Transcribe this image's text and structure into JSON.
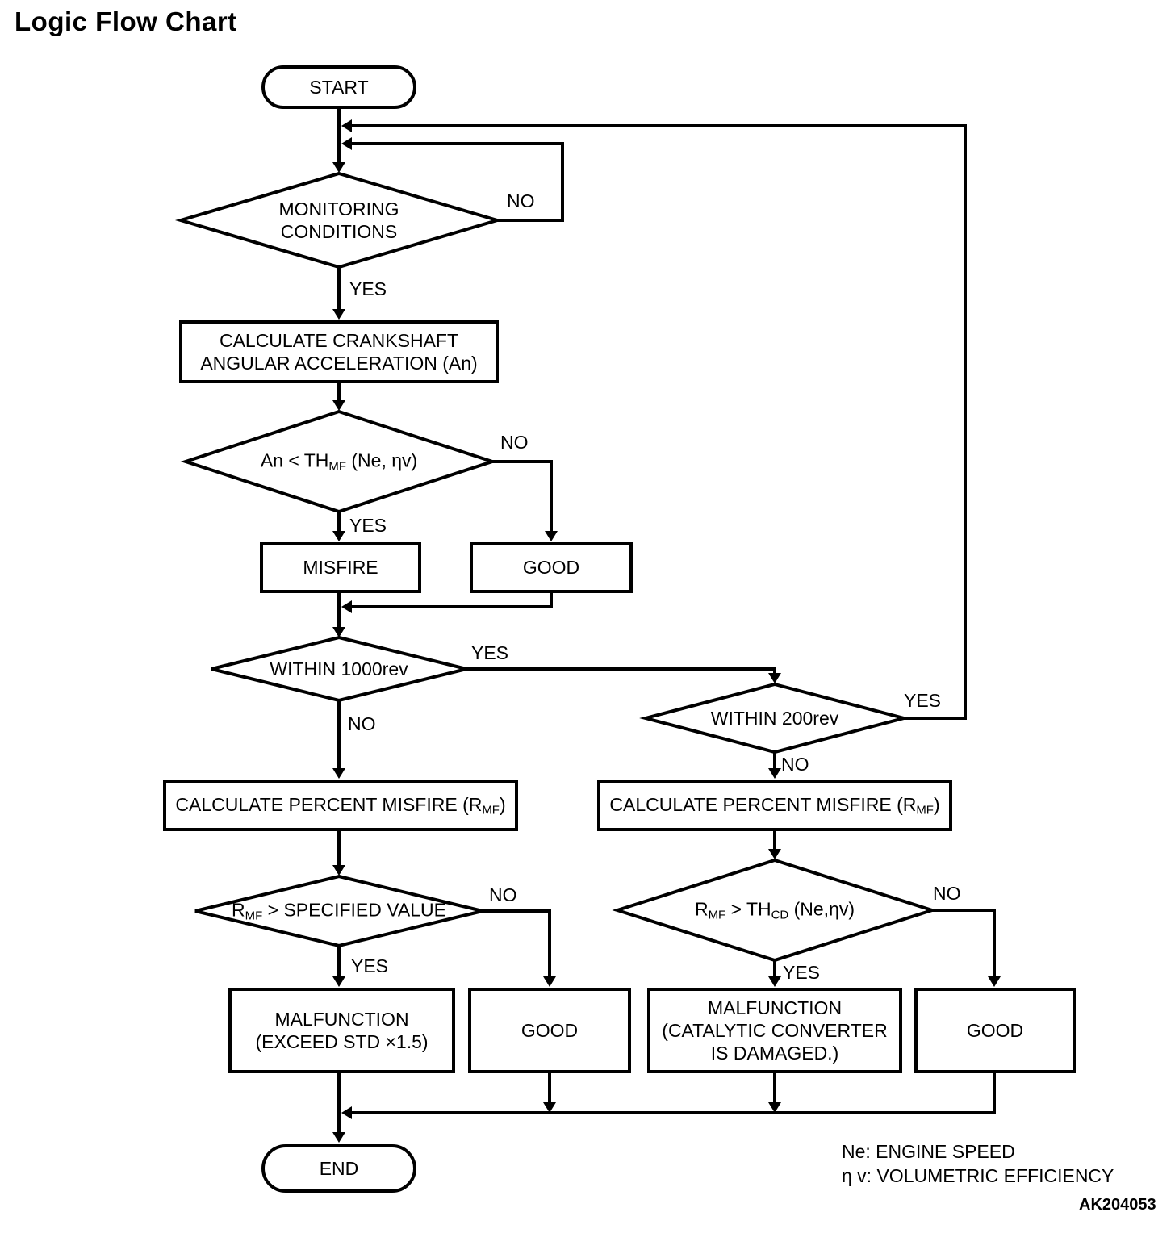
{
  "title": "Logic Flow Chart",
  "colors": {
    "ink": "#000000",
    "paper": "#ffffff"
  },
  "nodes": {
    "start": {
      "label": "START"
    },
    "monitoring": {
      "lines": [
        "MONITORING",
        "CONDITIONS"
      ]
    },
    "calc_accel": {
      "lines": [
        "CALCULATE CRANKSHAFT",
        "ANGULAR ACCELERATION (An)"
      ]
    },
    "an_threshold": {
      "pre": "An < TH",
      "sub": "MF",
      "post": " (Ne, ηv)"
    },
    "misfire": {
      "label": "MISFIRE"
    },
    "good_top": {
      "label": "GOOD"
    },
    "within_1000rev": {
      "label": "WITHIN 1000rev"
    },
    "within_200rev": {
      "label": "WITHIN 200rev"
    },
    "calc_percent_left": {
      "pre": "CALCULATE PERCENT MISFIRE (R",
      "sub": "MF",
      "post": ")"
    },
    "calc_percent_right": {
      "pre": "CALCULATE PERCENT MISFIRE (R",
      "sub": "MF",
      "post": ")"
    },
    "rmf_specified": {
      "pre": "R",
      "sub": "MF",
      "post": " > SPECIFIED VALUE"
    },
    "rmf_thcd": {
      "pre": "R",
      "sub": "MF",
      "mid": " > TH",
      "sub2": "CD",
      "post": " (Ne,ηv)"
    },
    "malfunction_std": {
      "lines": [
        "MALFUNCTION",
        "(EXCEED STD ×1.5)"
      ]
    },
    "good_left": {
      "label": "GOOD"
    },
    "malfunction_cat": {
      "lines": [
        "MALFUNCTION",
        "(CATALYTIC CONVERTER",
        "IS DAMAGED.)"
      ]
    },
    "good_right": {
      "label": "GOOD"
    },
    "end": {
      "label": "END"
    }
  },
  "branch_labels": {
    "monitoring_no": "NO",
    "monitoring_yes": "YES",
    "an_no": "NO",
    "an_yes": "YES",
    "w1000_yes": "YES",
    "w1000_no": "NO",
    "w200_yes": "YES",
    "w200_no": "NO",
    "rmf_no": "NO",
    "rmf_yes": "YES",
    "thcd_no": "NO",
    "thcd_yes": "YES"
  },
  "legend": {
    "lines": [
      "Ne: ENGINE SPEED",
      "η v: VOLUMETRIC EFFICIENCY"
    ],
    "figure_code": "AK204053"
  }
}
